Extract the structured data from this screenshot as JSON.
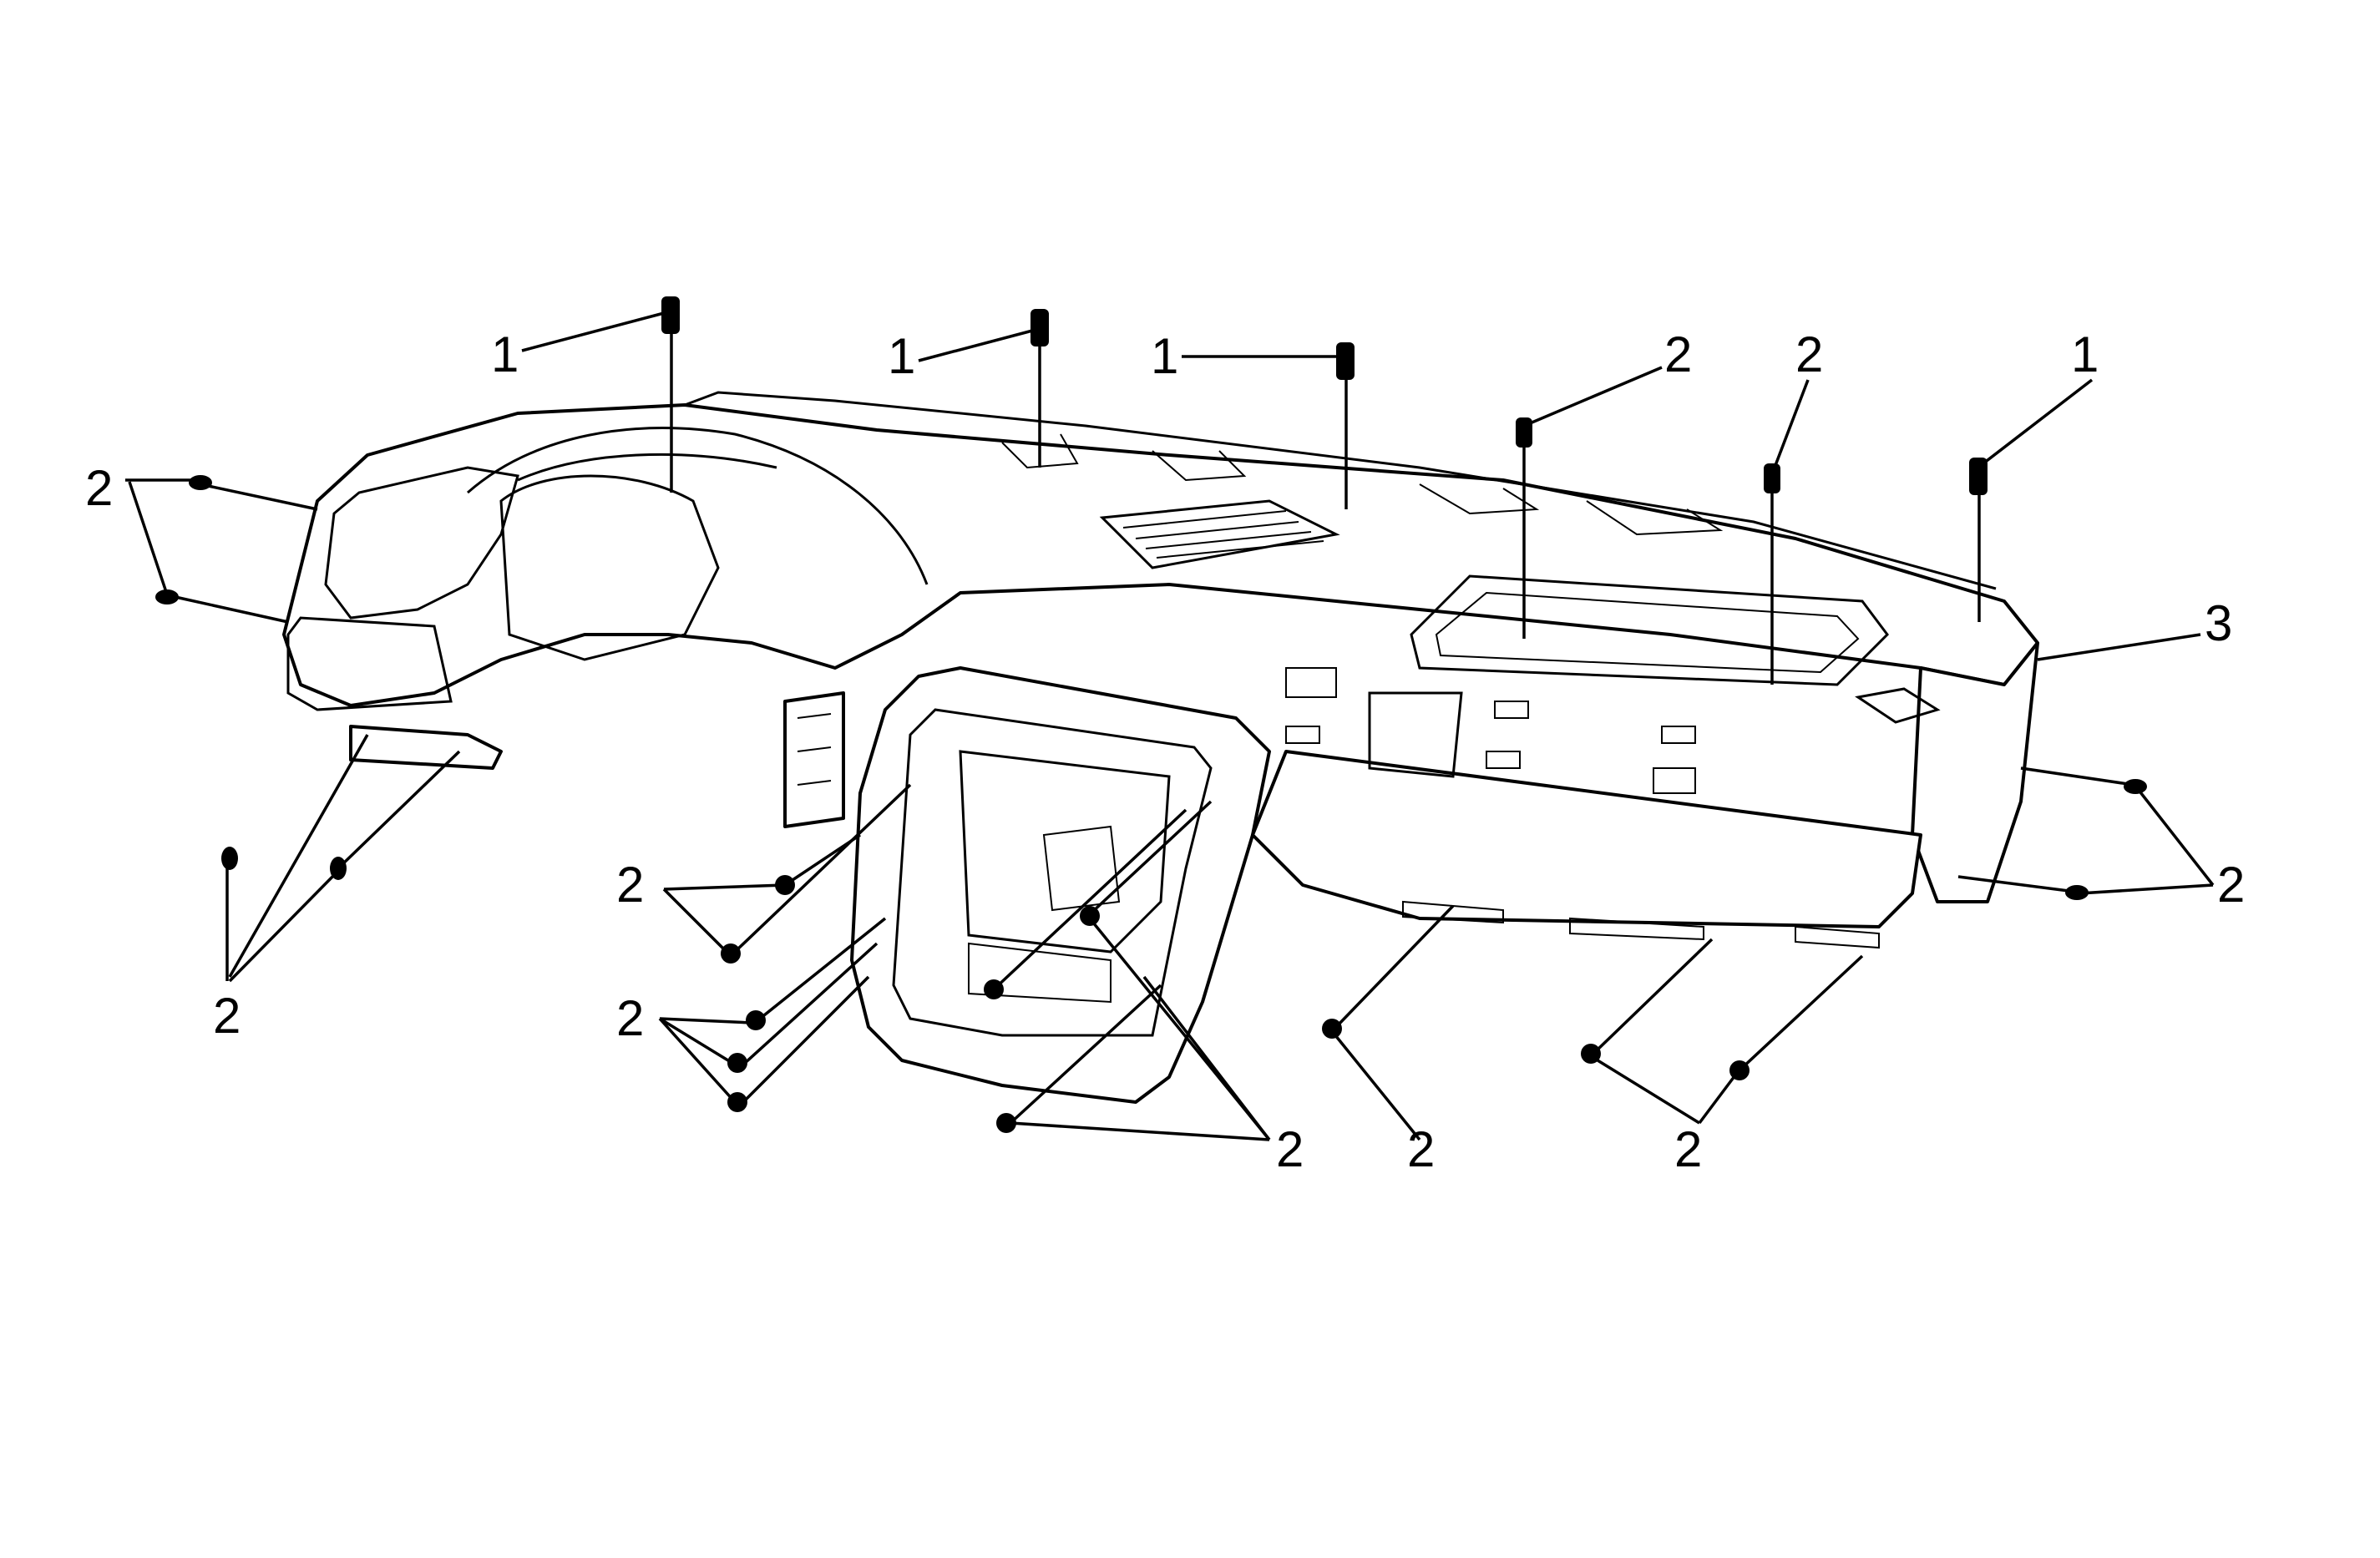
{
  "callouts": [
    {
      "id": "c1",
      "text": "1"
    },
    {
      "id": "c2",
      "text": "1"
    },
    {
      "id": "c3",
      "text": "1"
    },
    {
      "id": "c4",
      "text": "2"
    },
    {
      "id": "c5",
      "text": "2"
    },
    {
      "id": "c6",
      "text": "1"
    },
    {
      "id": "c7",
      "text": "3"
    },
    {
      "id": "c8",
      "text": "2"
    },
    {
      "id": "c9",
      "text": "2"
    },
    {
      "id": "c10",
      "text": "2"
    },
    {
      "id": "c11",
      "text": "2"
    },
    {
      "id": "c12",
      "text": "2"
    },
    {
      "id": "c13",
      "text": "2"
    },
    {
      "id": "c14",
      "text": "2"
    },
    {
      "id": "c15",
      "text": "2"
    }
  ]
}
